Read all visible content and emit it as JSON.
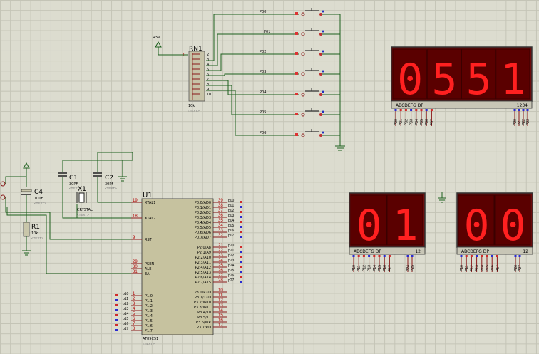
{
  "components": {
    "u1": {
      "ref": "U1",
      "part": "AT89C51",
      "text": "<TEXT>",
      "left_pins": [
        {
          "num": "19",
          "name": "XTAL1"
        },
        {
          "num": "18",
          "name": "XTAL2"
        },
        {
          "num": "9",
          "name": "RST"
        },
        {
          "num": "29",
          "name": "PSEN"
        },
        {
          "num": "30",
          "name": "ALE"
        },
        {
          "num": "31",
          "name": "EA"
        },
        {
          "num": "1",
          "name": "P1.0",
          "net": "p10"
        },
        {
          "num": "2",
          "name": "P1.1",
          "net": "p11"
        },
        {
          "num": "3",
          "name": "P1.2",
          "net": "p12"
        },
        {
          "num": "4",
          "name": "P1.3",
          "net": "p13"
        },
        {
          "num": "5",
          "name": "P1.4",
          "net": "p14"
        },
        {
          "num": "6",
          "name": "P1.5",
          "net": "p15"
        },
        {
          "num": "7",
          "name": "P1.6",
          "net": "p16"
        },
        {
          "num": "8",
          "name": "P1.7",
          "net": "p17"
        }
      ],
      "right_pins": [
        {
          "num": "39",
          "name": "P0.0/AD0",
          "net": "p00"
        },
        {
          "num": "38",
          "name": "P0.1/AD1",
          "net": "p01"
        },
        {
          "num": "37",
          "name": "P0.2/AD2",
          "net": "p02"
        },
        {
          "num": "36",
          "name": "P0.3/AD3",
          "net": "p03"
        },
        {
          "num": "35",
          "name": "P0.4/AD4",
          "net": "p04"
        },
        {
          "num": "34",
          "name": "P0.5/AD5",
          "net": "p05"
        },
        {
          "num": "33",
          "name": "P0.6/AD6",
          "net": "p06"
        },
        {
          "num": "32",
          "name": "P0.7/AD7",
          "net": "p07"
        },
        {
          "num": "21",
          "name": "P2.0/A8",
          "net": "p20"
        },
        {
          "num": "22",
          "name": "P2.1/A9",
          "net": "p21"
        },
        {
          "num": "23",
          "name": "P2.2/A10",
          "net": "p22"
        },
        {
          "num": "24",
          "name": "P2.3/A11",
          "net": "p23"
        },
        {
          "num": "25",
          "name": "P2.4/A12",
          "net": "p24"
        },
        {
          "num": "26",
          "name": "P2.5/A13",
          "net": "p25"
        },
        {
          "num": "27",
          "name": "P2.6/A14",
          "net": "p26"
        },
        {
          "num": "28",
          "name": "P2.7/A15",
          "net": "p27"
        },
        {
          "num": "10",
          "name": "P3.0/RXD"
        },
        {
          "num": "11",
          "name": "P3.1/TXD"
        },
        {
          "num": "12",
          "name": "P3.2/INT0"
        },
        {
          "num": "13",
          "name": "P3.3/INT1"
        },
        {
          "num": "14",
          "name": "P3.4/T0"
        },
        {
          "num": "15",
          "name": "P3.5/T1"
        },
        {
          "num": "16",
          "name": "P3.6/WR"
        },
        {
          "num": "17",
          "name": "P3.7/RD"
        }
      ]
    },
    "rn1": {
      "ref": "RN1",
      "value": "10k",
      "text": "<TEXT>",
      "pin1": "1",
      "pins": [
        "2",
        "3",
        "4",
        "5",
        "6",
        "7",
        "8",
        "9",
        "10"
      ]
    },
    "power": {
      "label": "+5v"
    },
    "buttons": [
      "P00",
      "P01",
      "P02",
      "P03",
      "P04",
      "P05",
      "P06"
    ],
    "c1": {
      "ref": "C1",
      "value": "30PF",
      "text": "<TEXT>"
    },
    "c2": {
      "ref": "C2",
      "value": "30PF",
      "text": "<TEXT>"
    },
    "c4": {
      "ref": "C4",
      "value": "10uF",
      "text": "<TEXT>"
    },
    "x1": {
      "ref": "X1",
      "value": "CRYSTAL",
      "text": "<TEXT>"
    },
    "r1": {
      "ref": "R1",
      "value": "10k",
      "text": "<TEXT>"
    },
    "display_big": {
      "digits": "0551",
      "seg_label": "ABCDEFG DP",
      "com_label": "1234",
      "seg_nets": [
        "P00",
        "P01",
        "P02",
        "P03",
        "P04",
        "P05",
        "P06",
        "P07"
      ],
      "com_nets": [
        "P20",
        "P21",
        "P22",
        "P23"
      ]
    },
    "display_mid": {
      "digits": "01",
      "seg_label": "ABCDEFG DP",
      "com_label": "12",
      "seg_nets": [
        "P10",
        "P11",
        "P12",
        "P13",
        "P14",
        "P15",
        "P16",
        "P17"
      ],
      "com_nets": [
        "P24",
        "P25"
      ]
    },
    "display_right": {
      "digits": "00",
      "seg_label": "ABCDEFG DP",
      "com_label": "12",
      "seg_nets": [
        "P10",
        "P11",
        "P12",
        "P13",
        "P14",
        "P15",
        "P16",
        "P17"
      ],
      "com_nets": [
        "P26",
        "P27"
      ]
    }
  }
}
